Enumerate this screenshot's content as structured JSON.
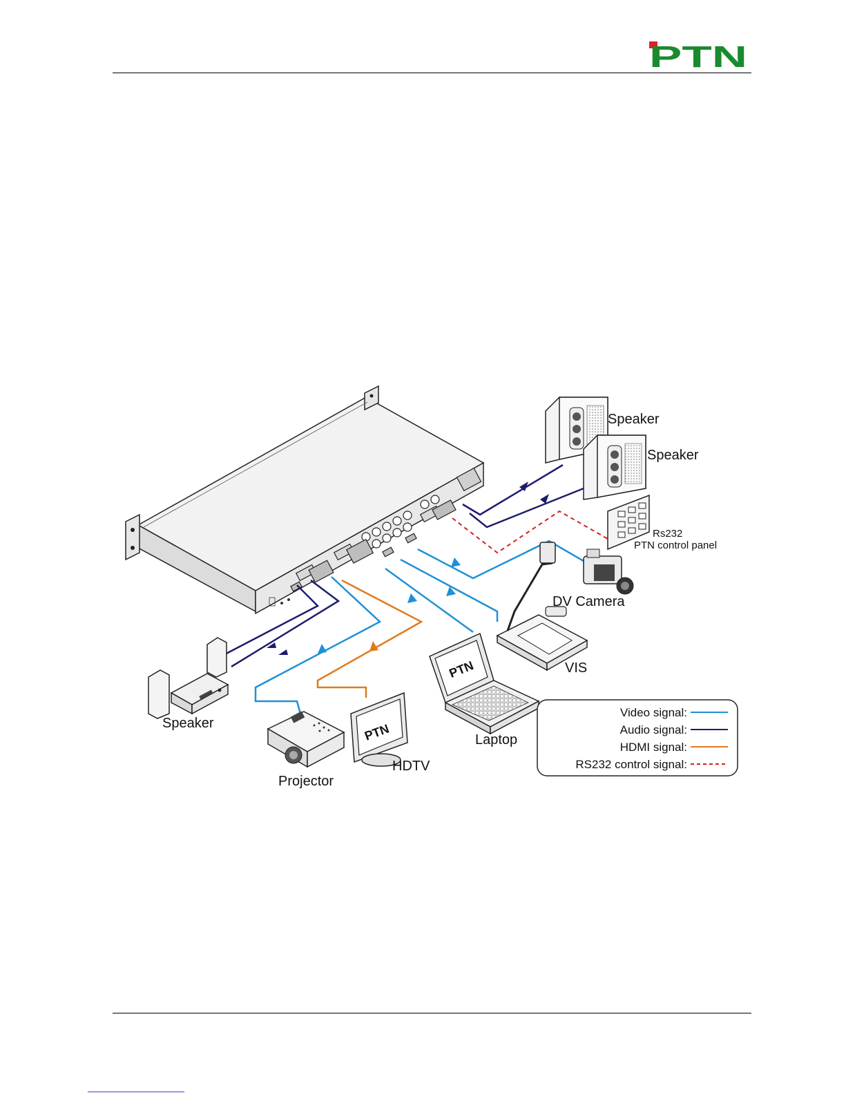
{
  "header": {
    "logo_text": "PTN",
    "logo_color": "#1a8a2e",
    "logo_accent": "#e02020"
  },
  "diagram": {
    "devices": {
      "speaker_top_1": "Speaker",
      "speaker_top_2": "Speaker",
      "rs232_line1": "Rs232",
      "rs232_line2": "PTN control panel",
      "dv_camera": "DV Camera",
      "vis": "VIS",
      "laptop": "Laptop",
      "hdtv": "HDTV",
      "projector": "Projector",
      "speaker_left": "Speaker"
    },
    "screen_brand": "PTN",
    "legend": [
      {
        "label": "Video signal:",
        "color": "#1e90d6",
        "style": "solid"
      },
      {
        "label": "Audio signal:",
        "color": "#1c1c6e",
        "style": "solid"
      },
      {
        "label": "HDMI signal:",
        "color": "#e07a1e",
        "style": "solid"
      },
      {
        "label": "RS232 control signal:",
        "color": "#d42020",
        "style": "dashed"
      }
    ]
  }
}
